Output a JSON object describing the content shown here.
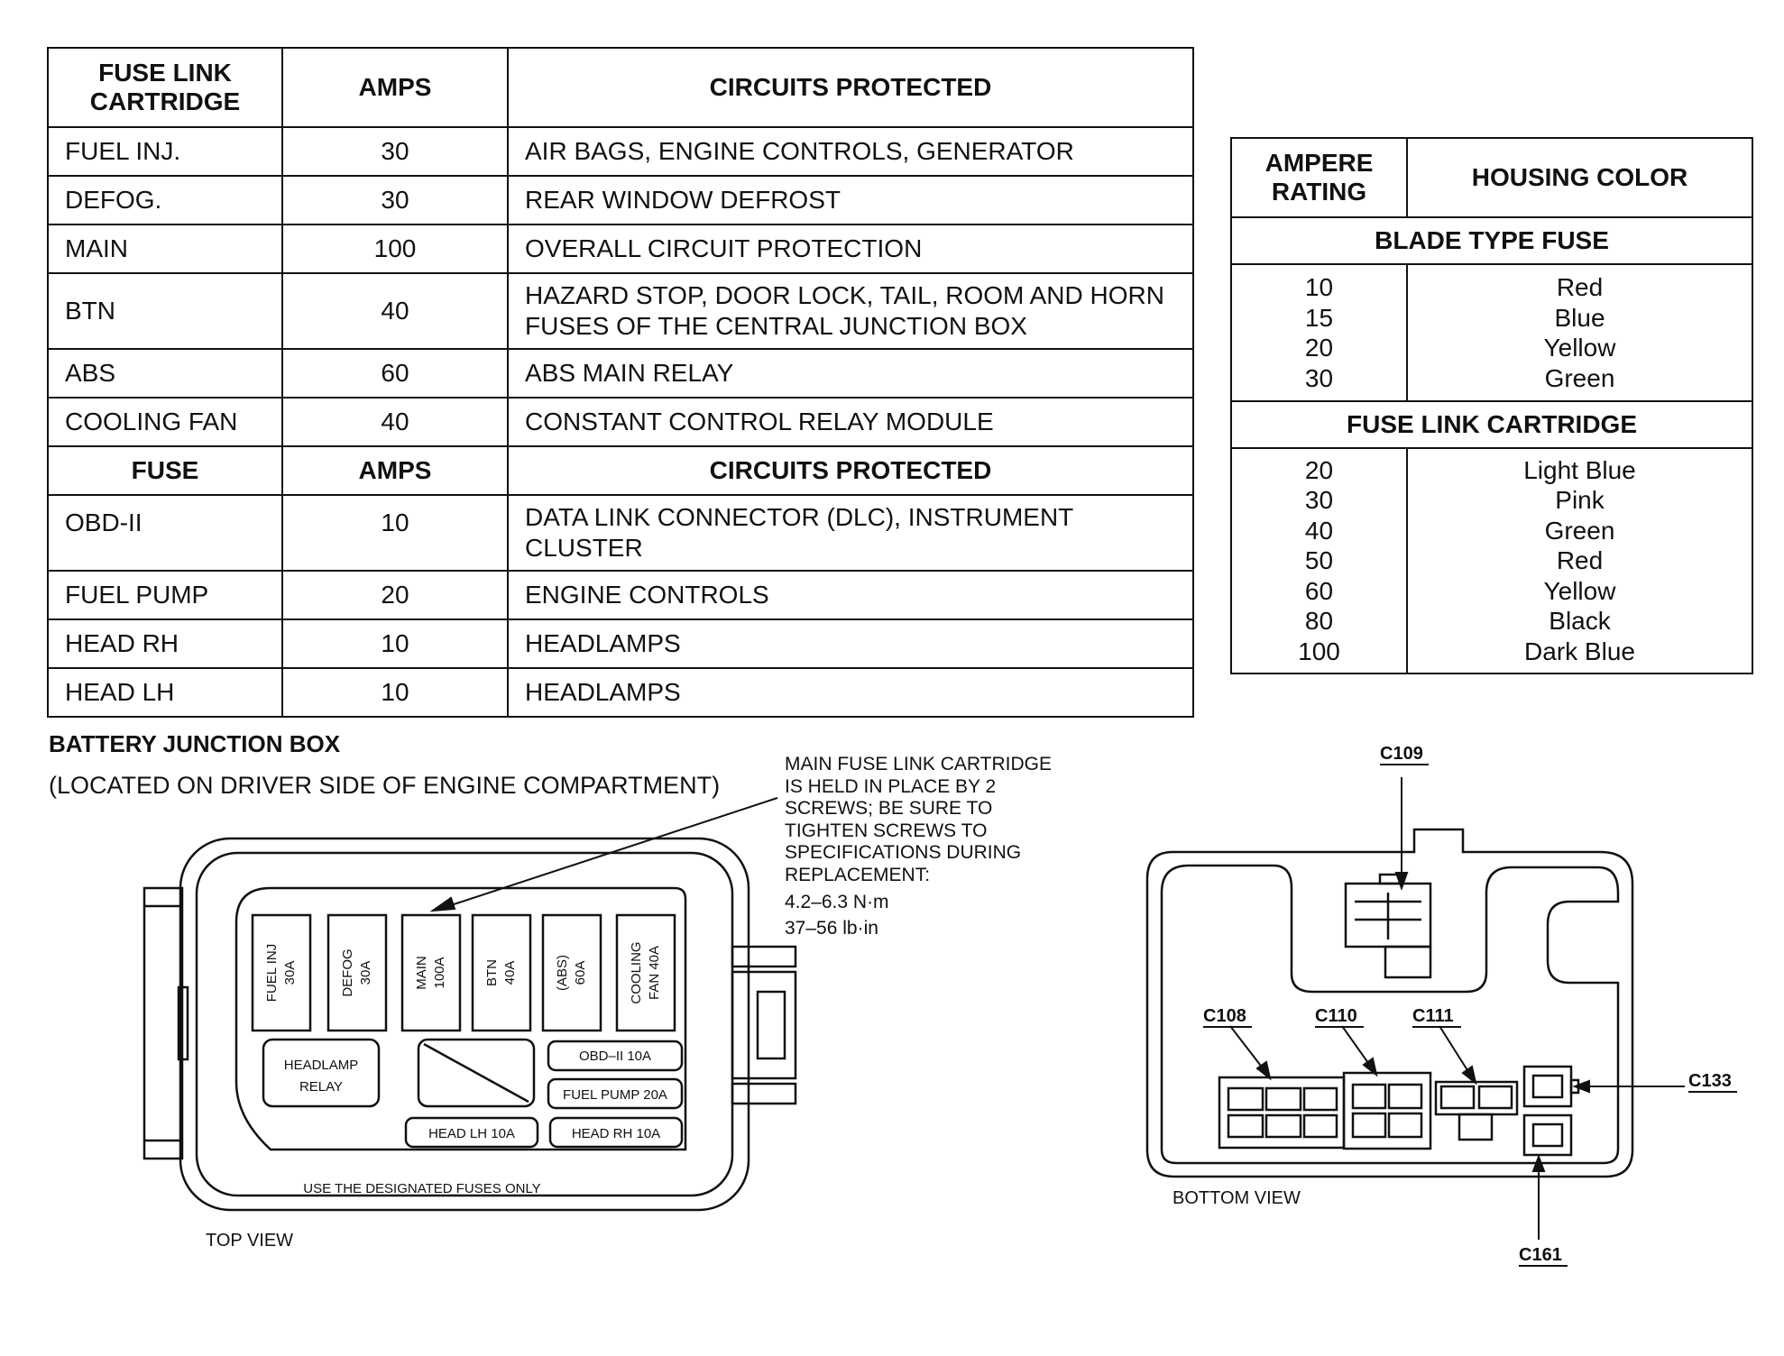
{
  "fuse_table": {
    "headers": [
      "FUSE LINK CARTRIDGE",
      "AMPS",
      "CIRCUITS PROTECTED"
    ],
    "cartridge_rows": [
      {
        "name": "FUEL INJ.",
        "amps": "30",
        "circuits": "AIR BAGS, ENGINE CONTROLS, GENERATOR"
      },
      {
        "name": "DEFOG.",
        "amps": "30",
        "circuits": "REAR WINDOW DEFROST"
      },
      {
        "name": "MAIN",
        "amps": "100",
        "circuits": "OVERALL CIRCUIT PROTECTION"
      },
      {
        "name": "BTN",
        "amps": "40",
        "circuits": "HAZARD STOP, DOOR LOCK, TAIL, ROOM AND HORN FUSES OF THE CENTRAL JUNCTION BOX"
      },
      {
        "name": "ABS",
        "amps": "60",
        "circuits": "ABS MAIN RELAY"
      },
      {
        "name": "COOLING FAN",
        "amps": "40",
        "circuits": "CONSTANT CONTROL RELAY MODULE"
      }
    ],
    "fuse_headers": [
      "FUSE",
      "AMPS",
      "CIRCUITS PROTECTED"
    ],
    "fuse_rows": [
      {
        "name": "OBD-II",
        "amps": "10",
        "circuits": "DATA LINK CONNECTOR (DLC), INSTRUMENT CLUSTER"
      },
      {
        "name": "FUEL PUMP",
        "amps": "20",
        "circuits": "ENGINE CONTROLS"
      },
      {
        "name": "HEAD RH",
        "amps": "10",
        "circuits": "HEADLAMPS"
      },
      {
        "name": "HEAD LH",
        "amps": "10",
        "circuits": "HEADLAMPS"
      }
    ]
  },
  "color_table": {
    "headers": [
      "AMPERE RATING",
      "HOUSING COLOR"
    ],
    "sections": [
      {
        "title": "BLADE TYPE FUSE",
        "rows": [
          [
            "10",
            "Red"
          ],
          [
            "15",
            "Blue"
          ],
          [
            "20",
            "Yellow"
          ],
          [
            "30",
            "Green"
          ]
        ]
      },
      {
        "title": "FUSE LINK CARTRIDGE",
        "rows": [
          [
            "20",
            "Light Blue"
          ],
          [
            "30",
            "Pink"
          ],
          [
            "40",
            "Green"
          ],
          [
            "50",
            "Red"
          ],
          [
            "60",
            "Yellow"
          ],
          [
            "80",
            "Black"
          ],
          [
            "100",
            "Dark Blue"
          ]
        ]
      }
    ]
  },
  "junction_box": {
    "title": "BATTERY JUNCTION BOX",
    "subtitle": "(LOCATED ON DRIVER SIDE OF ENGINE COMPARTMENT)",
    "note_lines": [
      "MAIN FUSE LINK CARTRIDGE",
      "IS HELD IN PLACE BY 2",
      "SCREWS; BE SURE TO",
      "TIGHTEN SCREWS TO",
      "SPECIFICATIONS DURING",
      "REPLACEMENT:"
    ],
    "torque_nm": "4.2–6.3 N·m",
    "torque_lbin": "37–56 lb·in",
    "top_view_label": "TOP VIEW",
    "bottom_view_label": "BOTTOM VIEW",
    "designated_note": "USE THE DESIGNATED FUSES ONLY",
    "cartridges": [
      [
        "FUEL INJ",
        "30A"
      ],
      [
        "DEFOG",
        "30A"
      ],
      [
        "MAIN",
        "100A"
      ],
      [
        "BTN",
        "40A"
      ],
      [
        "(ABS)",
        "60A"
      ],
      [
        "COOLING",
        "FAN 40A"
      ]
    ],
    "headlamp_relay": [
      "HEADLAMP",
      "RELAY"
    ],
    "fuses": {
      "obd": "OBD–II 10A",
      "fuel_pump": "FUEL PUMP 20A",
      "head_lh": "HEAD LH 10A",
      "head_rh": "HEAD RH 10A"
    },
    "connectors": {
      "c109": "C109",
      "c108": "C108",
      "c110": "C110",
      "c111": "C111",
      "c133": "C133",
      "c161": "C161"
    }
  }
}
